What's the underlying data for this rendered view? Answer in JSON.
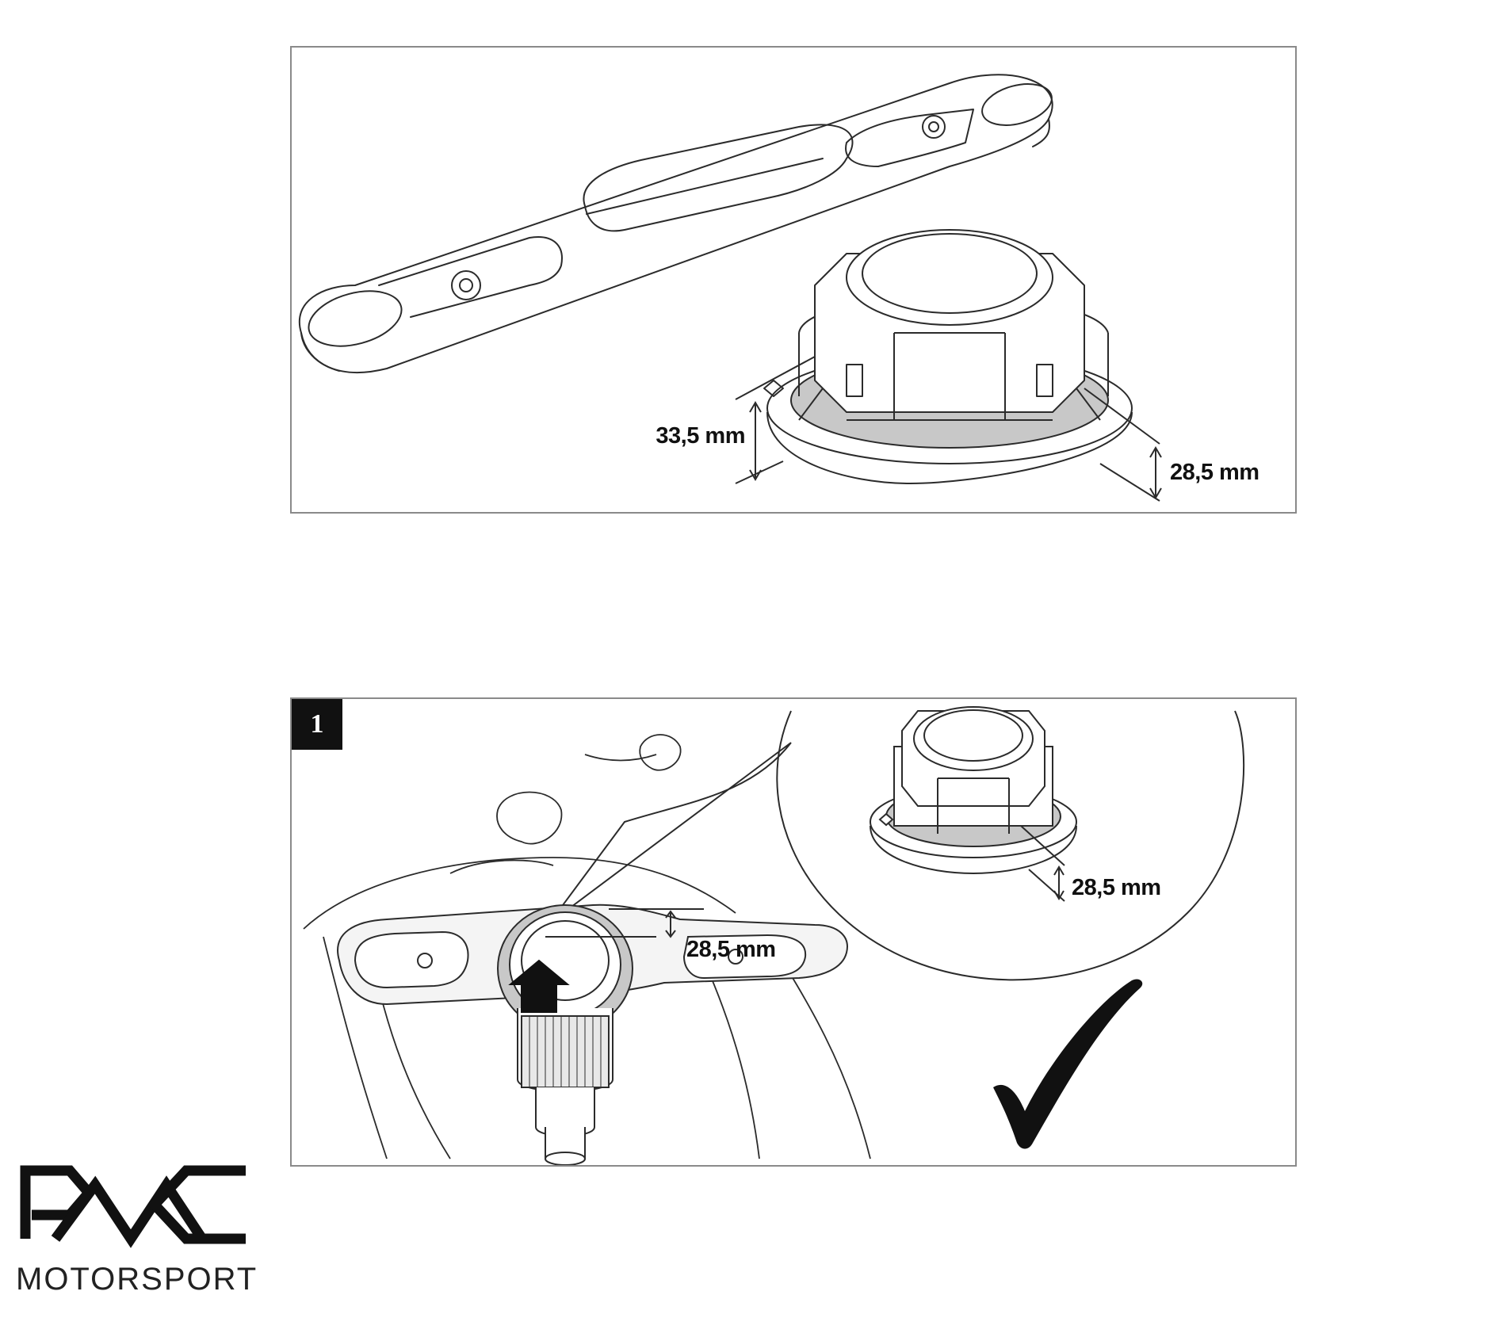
{
  "panels": {
    "top": {
      "labels": {
        "left_height": "33,5 mm",
        "right_height": "28,5 mm"
      }
    },
    "bottom": {
      "step_number": "1",
      "labels": {
        "main_height": "28,5 mm",
        "detail_height": "28,5 mm"
      },
      "check_icon": "checkmark-icon"
    }
  },
  "logo": {
    "brand_icon": "pmc-logo-icon",
    "text": "MOTORSPORT"
  },
  "colors": {
    "line": "#2b2b2b",
    "shade": "#c8c8c8",
    "border": "#8a8a8a",
    "badge": "#111111"
  }
}
